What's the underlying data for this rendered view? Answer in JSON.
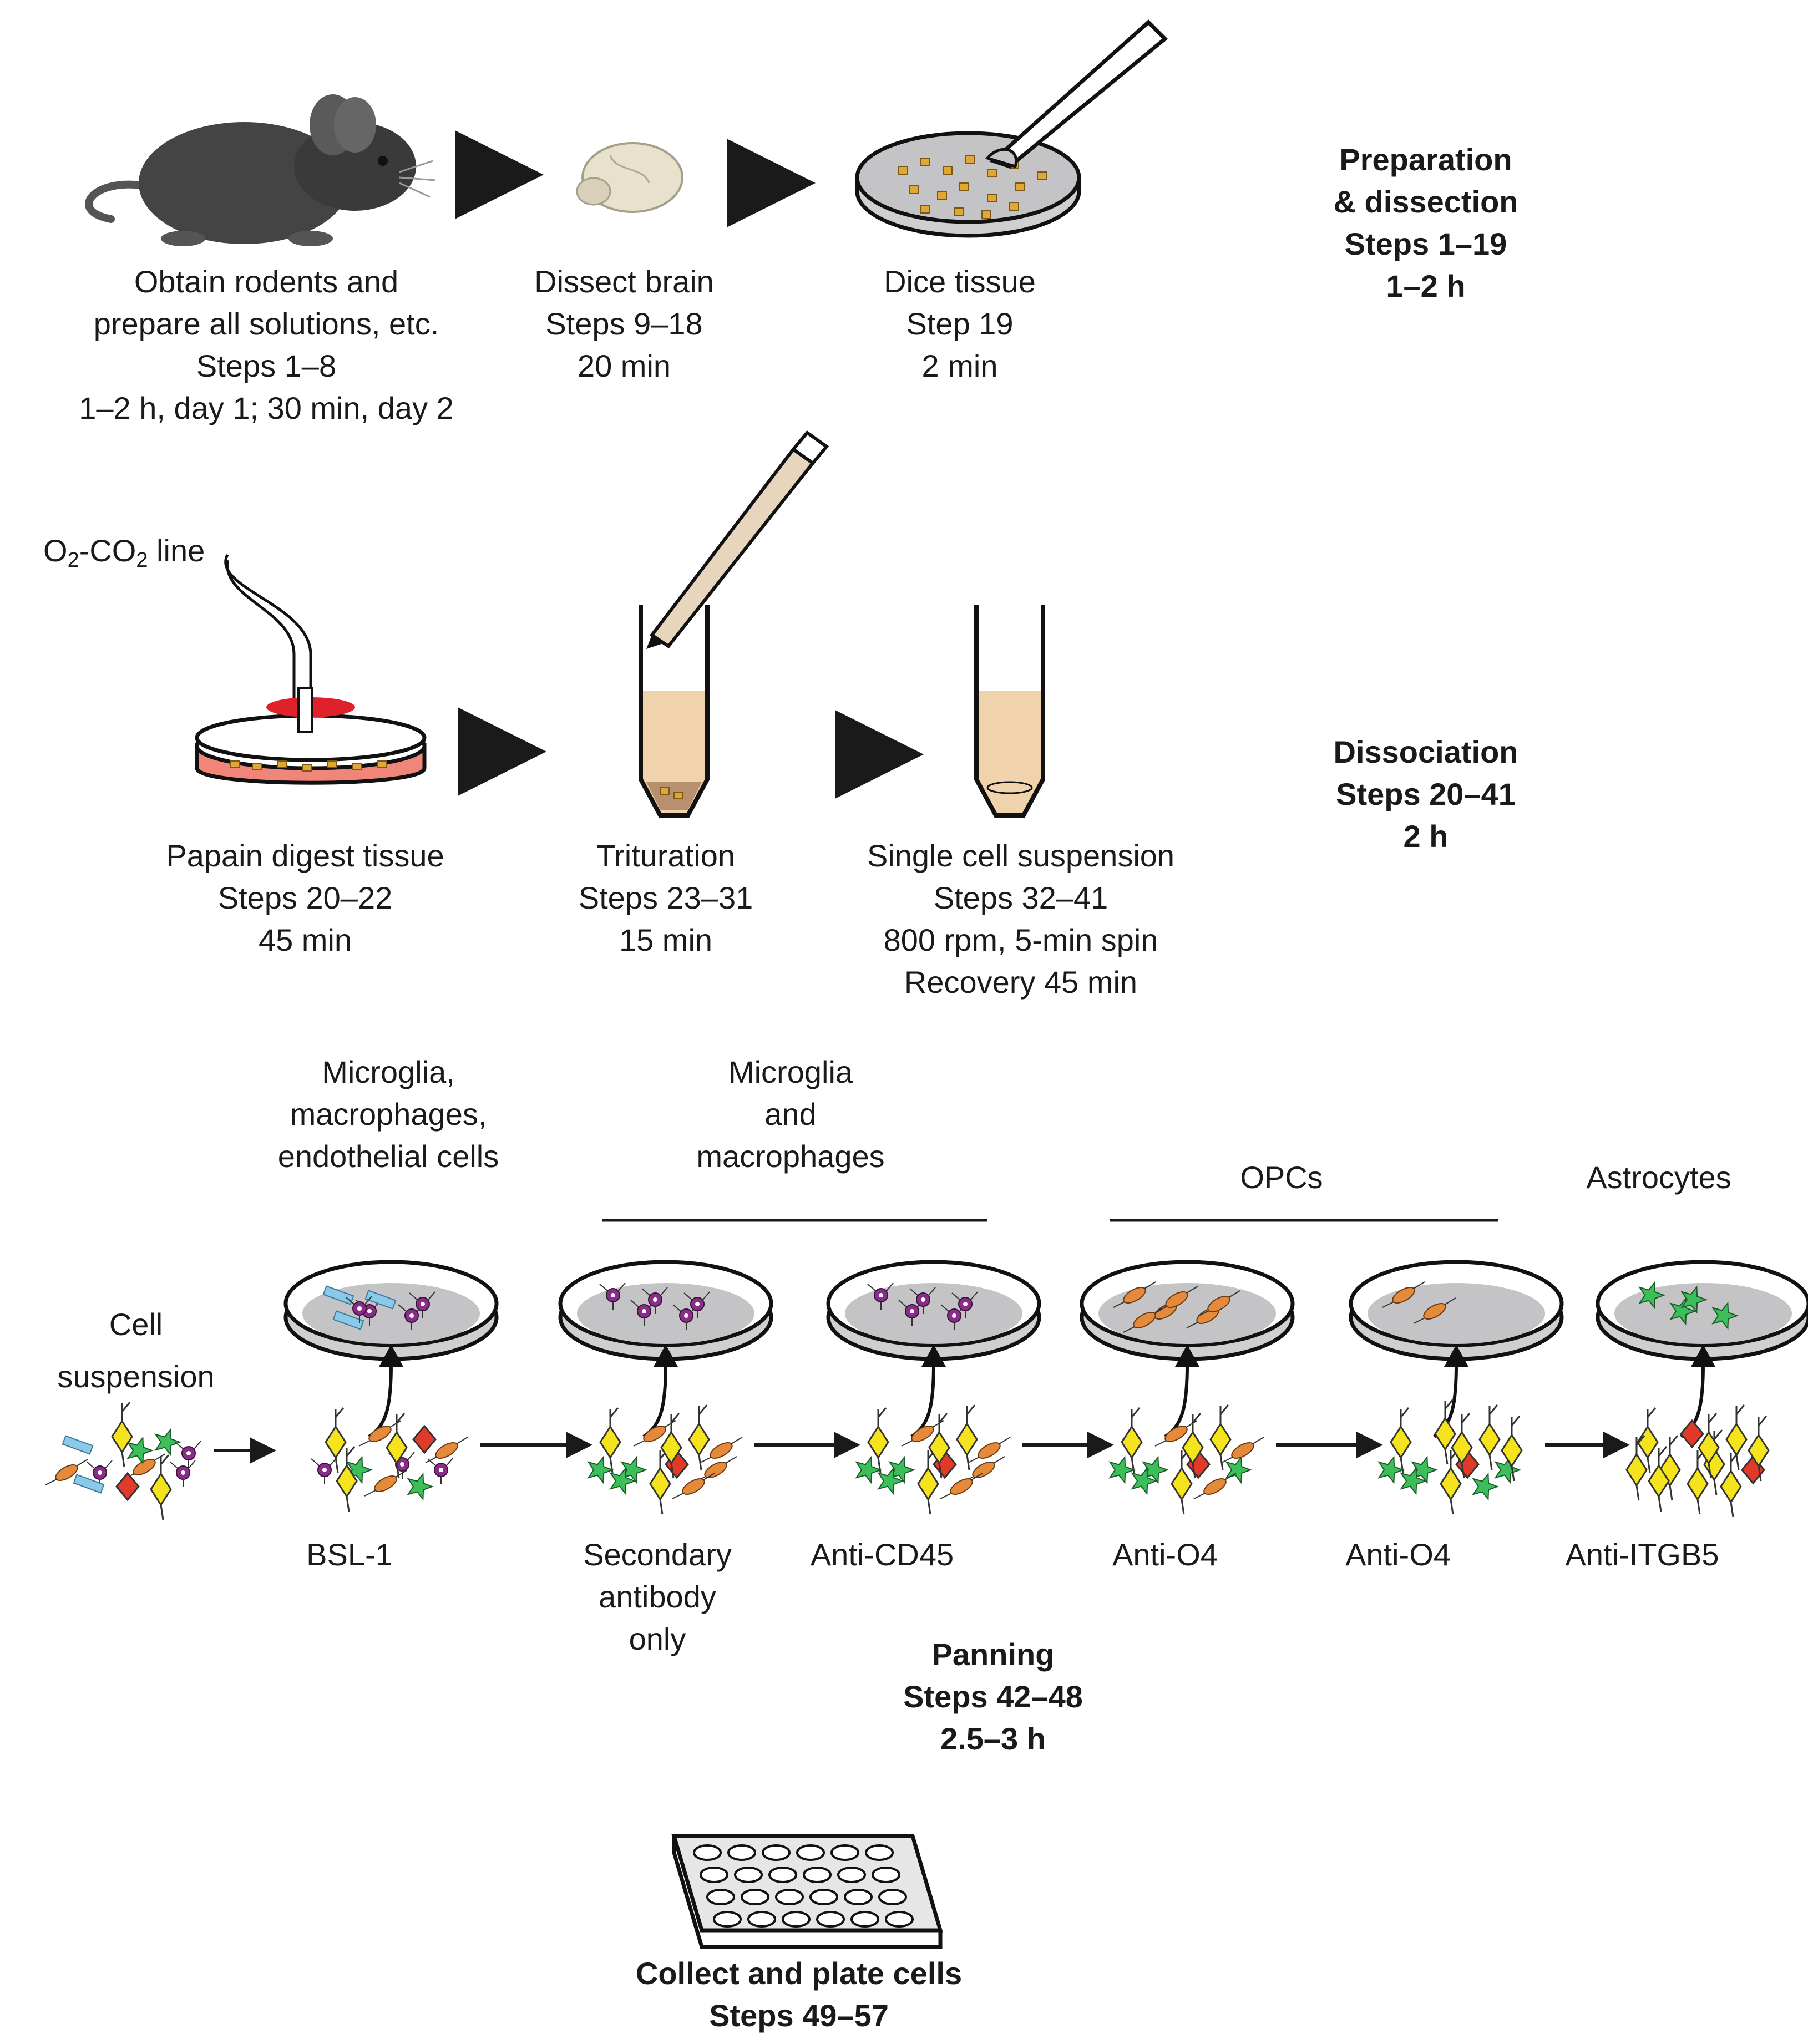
{
  "stage1": {
    "items": [
      {
        "lines": [
          "Obtain rodents and",
          "prepare all solutions, etc.",
          "Steps 1–8",
          "1–2 h, day 1;  30 min, day 2"
        ]
      },
      {
        "lines": [
          "Dissect brain",
          "Steps 9–18",
          "20 min"
        ]
      },
      {
        "lines": [
          "Dice tissue",
          "Step 19",
          "2 min"
        ]
      }
    ],
    "summary": [
      "Preparation",
      "& dissection",
      "Steps 1–19",
      "1–2 h"
    ]
  },
  "stage2": {
    "gas_label": {
      "o": "O",
      "sub1": "2",
      "mid": "-CO",
      "sub2": "2",
      "tail": " line"
    },
    "items": [
      {
        "lines": [
          "Papain digest tissue",
          "Steps 20–22",
          "45 min"
        ]
      },
      {
        "lines": [
          "Trituration",
          "Steps 23–31",
          "15 min"
        ]
      },
      {
        "lines": [
          "Single cell suspension",
          "Steps 32–41",
          "800 rpm, 5-min spin",
          "Recovery 45 min"
        ]
      }
    ],
    "summary": [
      "Dissociation",
      "Steps 20–41",
      "2 h"
    ]
  },
  "stage3": {
    "cell_suspension": [
      "Cell",
      "suspension"
    ],
    "groups": [
      {
        "lines": [
          "Microglia,",
          "macrophages,",
          "endothelial cells"
        ]
      },
      {
        "lines": [
          "Microglia",
          "and",
          "macrophages"
        ]
      },
      {
        "lines": [
          "OPCs"
        ]
      },
      {
        "lines": [
          "Astrocytes"
        ]
      }
    ],
    "plates": [
      {
        "lines": [
          "BSL-1"
        ]
      },
      {
        "lines": [
          "Secondary",
          "antibody",
          "only"
        ]
      },
      {
        "lines": [
          "Anti-CD45"
        ]
      },
      {
        "lines": [
          "Anti-O4"
        ]
      },
      {
        "lines": [
          "Anti-O4"
        ]
      },
      {
        "lines": [
          "Anti-ITGB5"
        ]
      }
    ],
    "summary": [
      "Panning",
      "Steps 42–48",
      "2.5–3 h"
    ]
  },
  "stage4": {
    "summary": [
      "Collect and plate cells",
      "Steps 49–57"
    ]
  },
  "colors": {
    "dish_fill": "#c4c4c6",
    "tissue": "#e0a63a",
    "tube_liquid": "#f0d3ad",
    "papain_dish": "#f0857a",
    "o2_ring": "#e0202a",
    "neuron": "#f5e31e",
    "astrocyte": "#3cbf5b",
    "opc": "#e58a3a",
    "microglia": "#8a2d8a",
    "endothelial": "#8cc8e8",
    "red_cell": "#e23a28"
  },
  "icons": [
    "mouse-icon",
    "brain-icon",
    "dish-icon",
    "scalpel-icon",
    "pipette-icon",
    "tube-icon",
    "well-plate-icon",
    "arrow-icon"
  ]
}
